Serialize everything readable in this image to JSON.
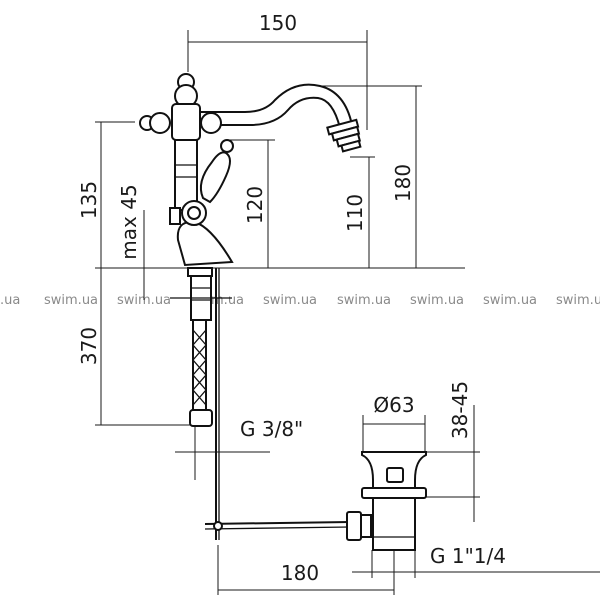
{
  "dimensions": {
    "width_spout": "150",
    "height_lever": "135",
    "max_thickness": "max 45",
    "height_handle": "120",
    "height_outlet": "110",
    "height_total": "180",
    "hose_length": "370",
    "hose_thread": "G 3/8\"",
    "drain_diameter": "Ø63",
    "drain_range": "38-45",
    "drain_thread": "G 1\"1/4",
    "rod_length": "180"
  },
  "watermark": {
    "text": "swim.ua",
    "partial": ".ua"
  }
}
